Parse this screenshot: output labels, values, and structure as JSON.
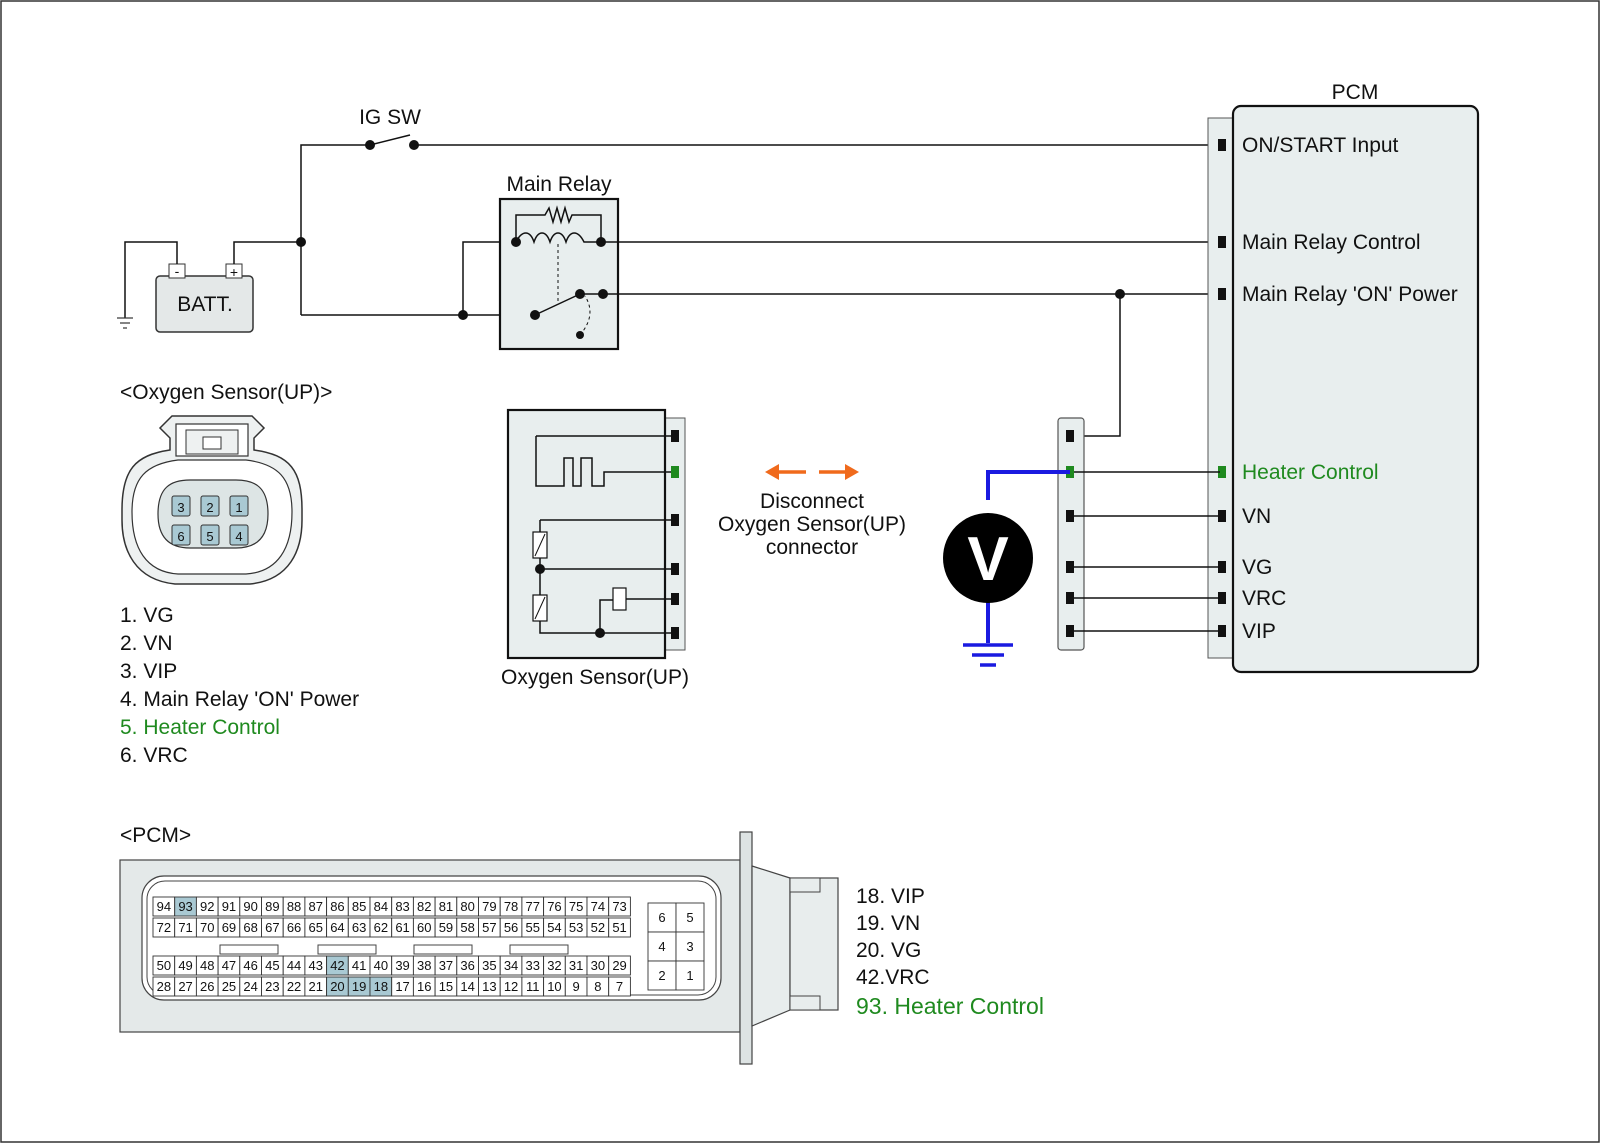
{
  "ig_sw": "IG SW",
  "main_relay": "Main Relay",
  "batt": "BATT.",
  "batt_minus": "-",
  "batt_plus": "+",
  "pcm_label": "PCM",
  "pcm_pins": [
    "ON/START Input",
    "Main Relay Control",
    "Main Relay 'ON' Power",
    "Heater Control",
    "VN",
    "VG",
    "VRC",
    "VIP"
  ],
  "o2_title": "<Oxygen Sensor(UP)>",
  "o2_connector_pins": [
    "3",
    "2",
    "1",
    "6",
    "5",
    "4"
  ],
  "o2_pin_list": [
    "1. VG",
    "2. VN",
    "3. VIP",
    "4. Main Relay 'ON' Power",
    "5. Heater Control",
    "6. VRC"
  ],
  "o2_sensor_label": "Oxygen Sensor(UP)",
  "disconnect": [
    "Disconnect",
    "Oxygen Sensor(UP)",
    "connector"
  ],
  "voltmeter": "V",
  "pcm_title": "<PCM>",
  "pcm_rows": [
    [
      "94",
      "93",
      "92",
      "91",
      "90",
      "89",
      "88",
      "87",
      "86",
      "85",
      "84",
      "83",
      "82",
      "81",
      "80",
      "79",
      "78",
      "77",
      "76",
      "75",
      "74",
      "73"
    ],
    [
      "72",
      "71",
      "70",
      "69",
      "68",
      "67",
      "66",
      "65",
      "64",
      "63",
      "62",
      "61",
      "60",
      "59",
      "58",
      "57",
      "56",
      "55",
      "54",
      "53",
      "52",
      "51"
    ],
    [
      "50",
      "49",
      "48",
      "47",
      "46",
      "45",
      "44",
      "43",
      "42",
      "41",
      "40",
      "39",
      "38",
      "37",
      "36",
      "35",
      "34",
      "33",
      "32",
      "31",
      "30",
      "29"
    ],
    [
      "28",
      "27",
      "26",
      "25",
      "24",
      "23",
      "22",
      "21",
      "20",
      "19",
      "18",
      "17",
      "16",
      "15",
      "14",
      "13",
      "12",
      "11",
      "10",
      "9",
      "8",
      "7"
    ]
  ],
  "pcm_highlight": [
    "93",
    "42",
    "20",
    "19",
    "18"
  ],
  "pcm_small_pins": [
    "6",
    "5",
    "4",
    "3",
    "2",
    "1"
  ],
  "pcm_pin_list": [
    "18. VIP",
    "19. VN",
    "20. VG",
    "42.VRC",
    "93. Heater Control"
  ],
  "colors": {
    "highlight_text": "#1f8a1f",
    "voltmeter_wire": "#1a1ae0",
    "arrow": "#f06a1c",
    "pin_highlight": "#a9c9d3",
    "housing": "#e8eeee"
  }
}
